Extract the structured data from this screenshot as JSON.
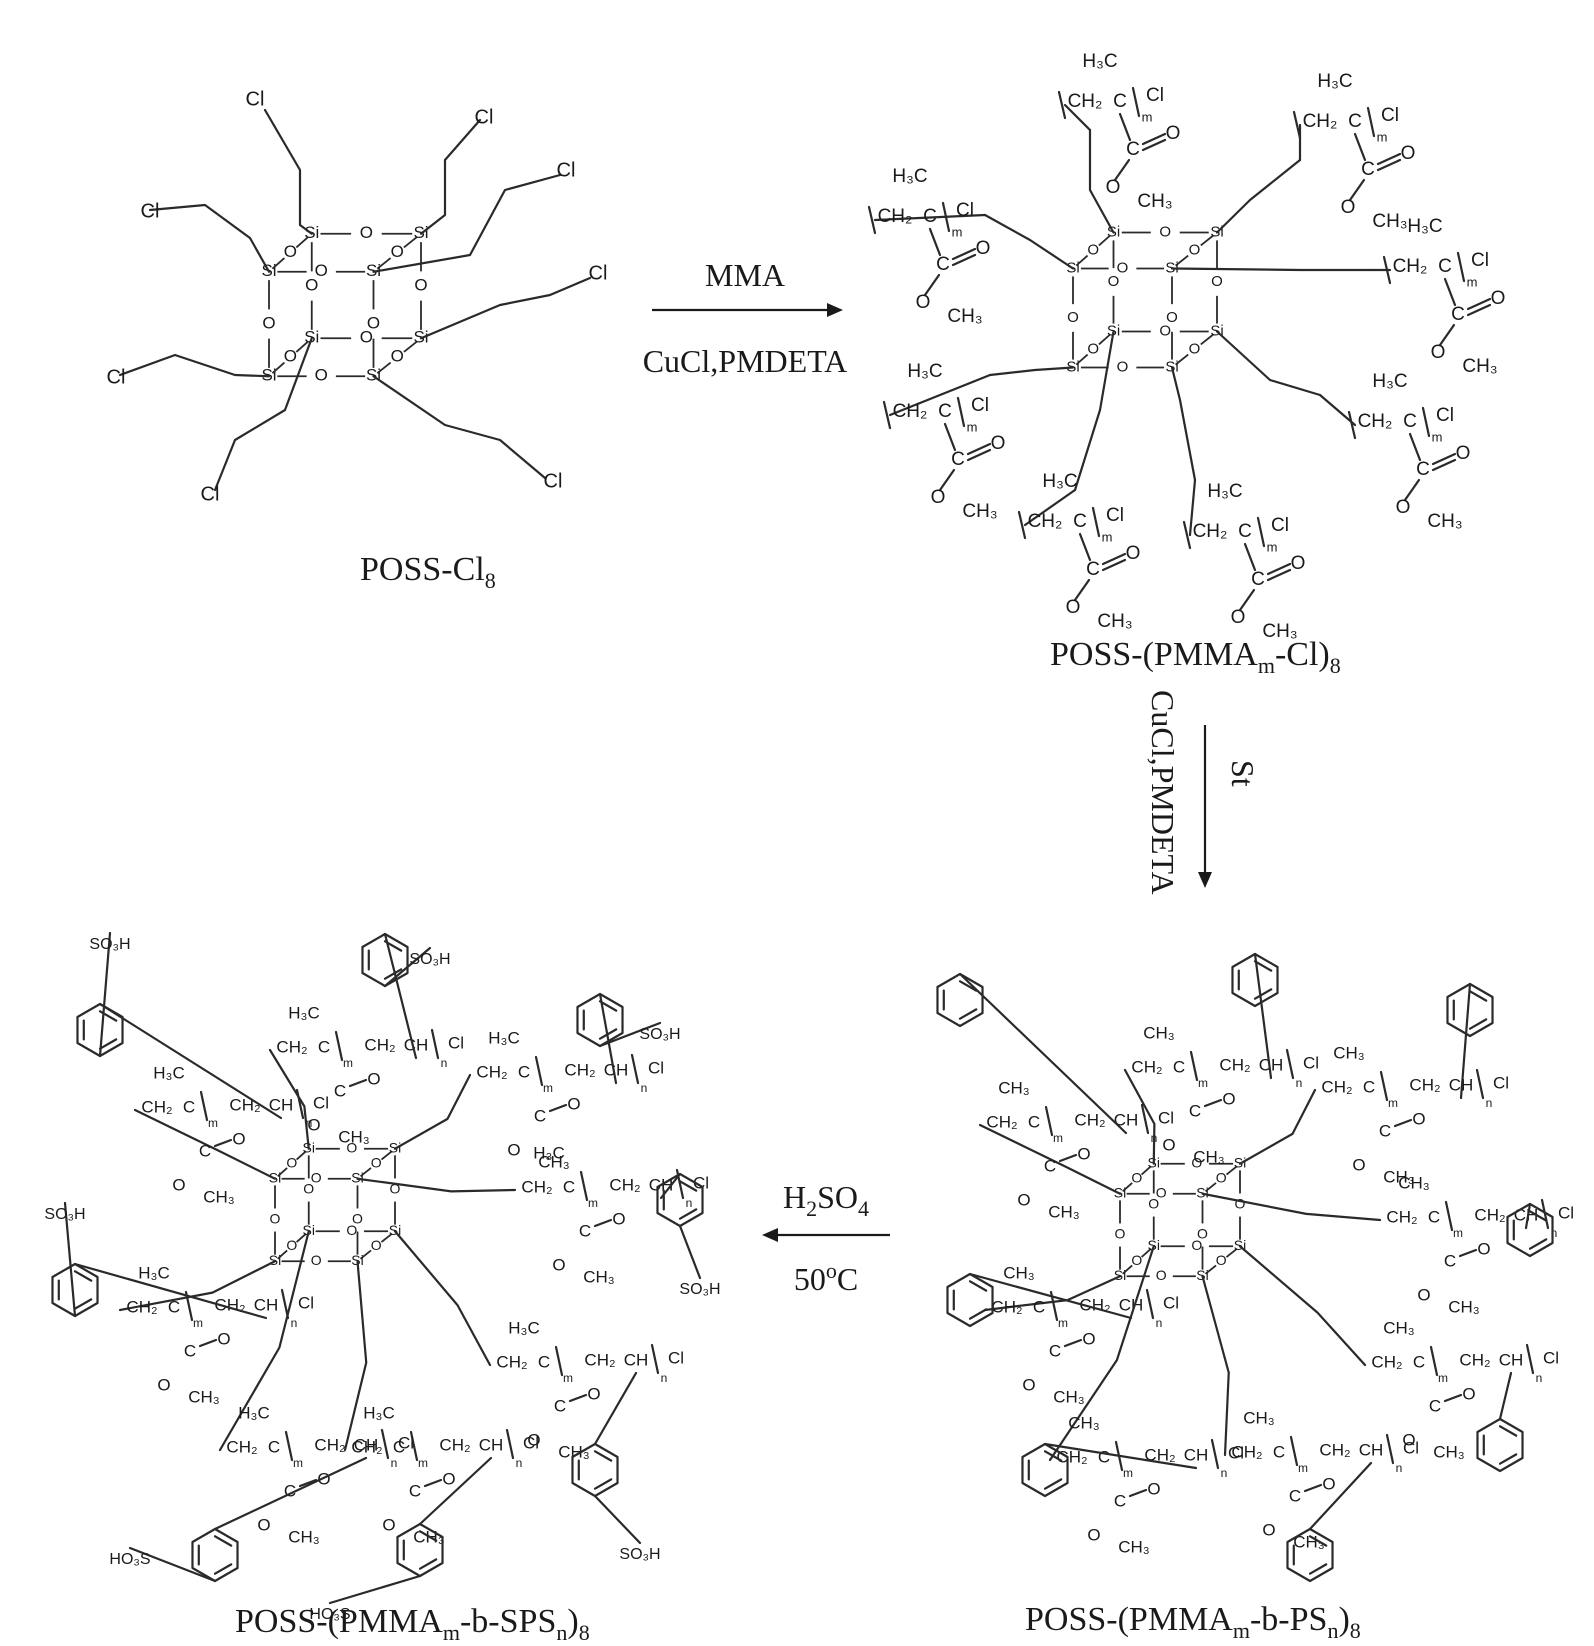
{
  "compounds": [
    {
      "id": "poss-cl8",
      "name_main": "POSS-Cl",
      "name_sub": "8"
    },
    {
      "id": "poss-pmma-cl",
      "name_main": "POSS-(PMMA",
      "name_sub1": "m",
      "name_mid": "-Cl)",
      "name_sub2": "8"
    },
    {
      "id": "poss-pmma-b-ps",
      "name_main": "POSS-(PMMA",
      "name_sub1": "m",
      "name_mid": "-b-PS",
      "name_sub2": "n",
      "name_end": ")",
      "name_sub3": "8"
    },
    {
      "id": "poss-pmma-b-sps",
      "name_main": "POSS-(PMMA",
      "name_sub1": "m",
      "name_mid": "-b-SPS",
      "name_sub2": "n",
      "name_end": ")",
      "name_sub3": "8"
    }
  ],
  "steps": [
    {
      "id": "step1",
      "reagent_above": "MMA",
      "reagent_below": "CuCl,PMDETA"
    },
    {
      "id": "step2",
      "reagent_right": "St",
      "reagent_left": "CuCl,PMDETA"
    },
    {
      "id": "step3",
      "reagent_above_main": "H",
      "reagent_above_sub1": "2",
      "reagent_above_mid": "SO",
      "reagent_above_sub2": "4",
      "reagent_below_main": "50",
      "reagent_below_sup": "o",
      "reagent_below_end": "C"
    }
  ],
  "atoms": {
    "si": "Si",
    "o": "O",
    "cl": "Cl",
    "h3c": "H₃C",
    "ch3": "CH₃",
    "ch2": "CH₂",
    "ch": "CH",
    "c": "C",
    "so3h": "SO₃H",
    "ho3s": "HO₃S",
    "m": "m",
    "n": "n"
  }
}
